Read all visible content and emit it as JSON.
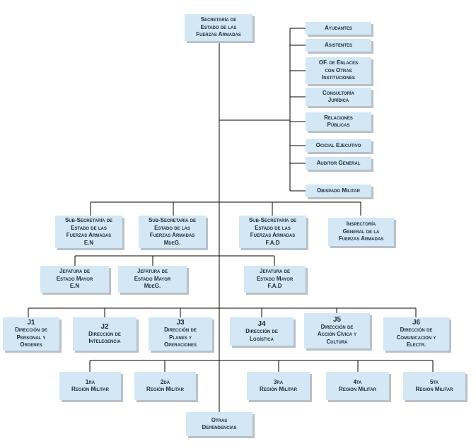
{
  "secretaria": "Secretaría de\nEstado de las\nFuerzas Armadas",
  "staff": [
    "Ayudantes",
    "Asistentes",
    "OF. de Enlaces\ncon Otras\nInstituciones",
    "Consultoría\nJurídica",
    "Relaciones\nPúblicas",
    "Ocicial Ejecutivo",
    "Auditor General",
    "Obispado Militar"
  ],
  "sub_level": [
    "Sub-Secretaría de\nEstado de las\nFuerzas Armadas\nE.N",
    "Sub-Secretaría de\nEstado de las\nFuerzas Armadas\nMdeG.",
    "Sub-Secretaría de\nEstado de las\nFuerzas Armadas\nF.A.D",
    "Inspectoría\nGeneral de la\nFuerzas Armadas"
  ],
  "jefaturas": [
    "Jefatura de\nEstado Mayor\nE.N",
    "Jefatura de\nEstado Mayor\nMdeG.",
    "Jefatura de\nEstado Mayor\nF.A.D"
  ],
  "j_units": [
    {
      "code": "J1",
      "label": "Dirección de\nPersonal y\nOrdenes"
    },
    {
      "code": "J2",
      "label": "Dirección de\nIntelegencia"
    },
    {
      "code": "J3",
      "label": "Dirección de\nPlanes y\nOperaciones"
    },
    {
      "code": "J4",
      "label": "Dirección de\nLogística"
    },
    {
      "code": "J5",
      "label": "Dirección de\nAcción Cívica y\nCultura"
    },
    {
      "code": "J6",
      "label": "Dirección de\nComunicacion y\nElectr."
    }
  ],
  "regions": [
    "1ra\nRegión Militar",
    "2da\nRegión Militar",
    "3ra\nRegión Militar",
    "4ta\nRegión Militar",
    "5ta\nRegión Militar"
  ],
  "otras": "Otras\nDependencias"
}
